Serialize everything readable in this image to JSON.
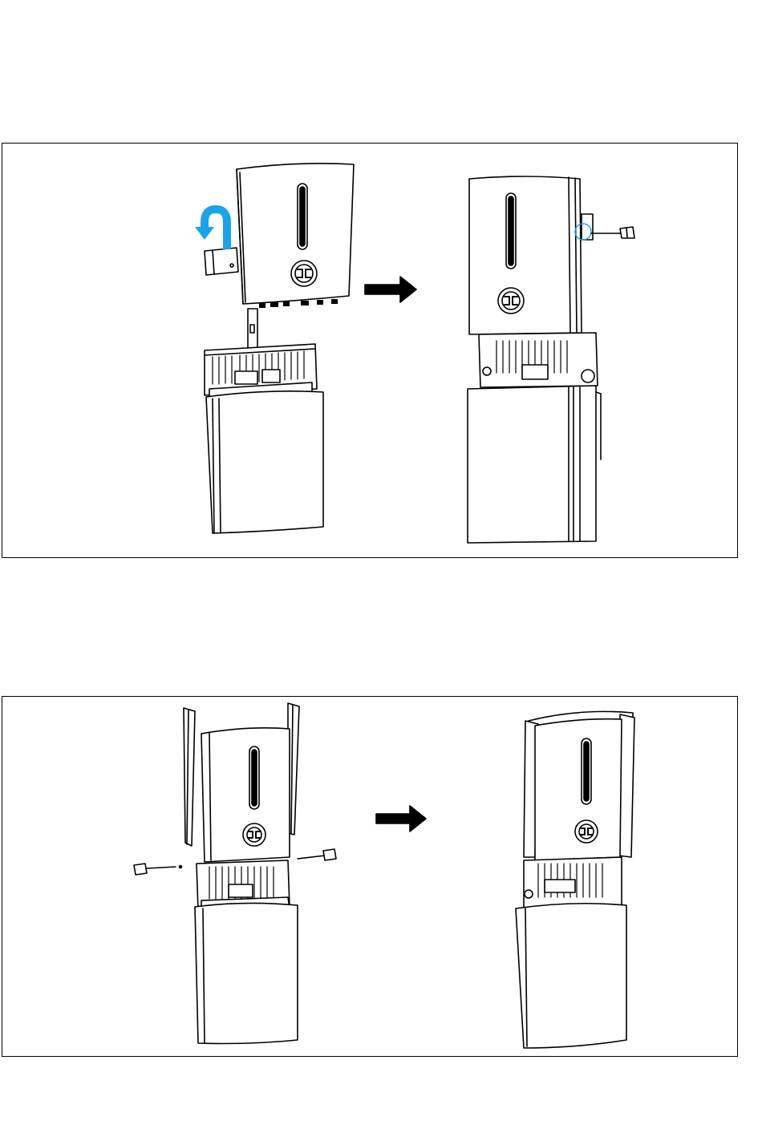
{
  "colors": {
    "line": "#000000",
    "fill": "#ffffff",
    "accent": "#1aa3e8"
  },
  "icons": {
    "step_arrow": "arrow-right-icon",
    "rotate_arrow": "u-turn-arrow-icon",
    "logo": "brand-logo-icon",
    "screw": "screw-icon"
  },
  "steps": [
    {
      "before": "inverter-lifted-onto-bracket",
      "after": "inverter-seated-screw-inserted"
    },
    {
      "before": "side-covers-and-screws-exploded",
      "after": "side-covers-installed"
    }
  ]
}
